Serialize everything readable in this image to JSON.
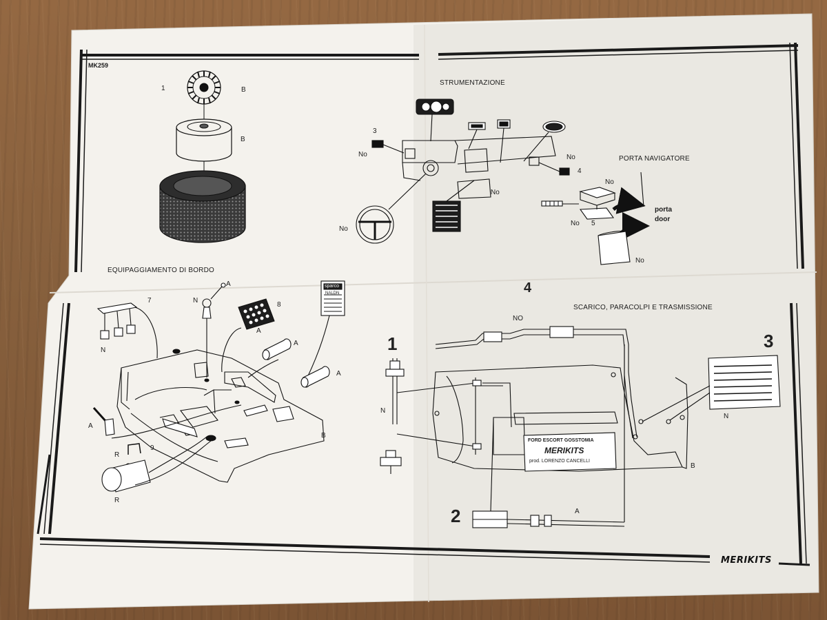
{
  "document": {
    "code": "MK259",
    "brand": "MERIKITS",
    "sections": {
      "strumentazione": "STRUMENTAZIONE",
      "porta_navigatore": "PORTA NAVIGATORE",
      "equipaggiamento": "EQUIPAGGIAMENTO DI BORDO",
      "scarico": "SCARICO, PARACOLPI E TRASMISSIONE"
    },
    "step_numbers": [
      "1",
      "2",
      "3",
      "4"
    ],
    "labels": {
      "wheel_num": "1",
      "b": "B",
      "a": "A",
      "n": "N",
      "r": "R",
      "no": "No",
      "NO": "NO",
      "n3": "3",
      "n4": "4",
      "n5": "5",
      "n7": "7",
      "n8": "8",
      "n9": "9",
      "porta": "porta",
      "door": "door"
    },
    "plaque": {
      "line1": "FORD ESCORT GOSSTOMIA",
      "line2": "MERIKITS",
      "line3": "prod. LORENZO CANCELLI"
    },
    "sparco": {
      "brand": "sparco",
      "text": "NALDN"
    }
  }
}
